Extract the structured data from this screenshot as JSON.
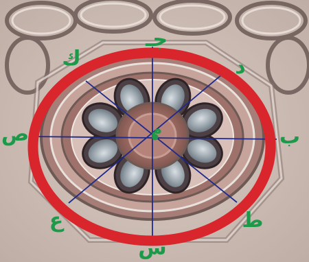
{
  "colors": {
    "ellipse_stroke": "#d8262c",
    "axis_lines": "#1e2a8c",
    "labels": "#1c9a4a",
    "center_dot": "#1c9a4a",
    "stone": "#cfc1b8",
    "carving_dark": "#6e5a55",
    "carving_light": "#e9e2dc",
    "inner_red": "#a8776e",
    "petal": "#8f9aa3"
  },
  "labels": {
    "top": "جـ",
    "top_right": "د",
    "right": "ب",
    "bottom_right": "ط",
    "bottom": "س",
    "bottom_left": "ع",
    "left": "ص",
    "top_left": "ك",
    "center": "م"
  }
}
